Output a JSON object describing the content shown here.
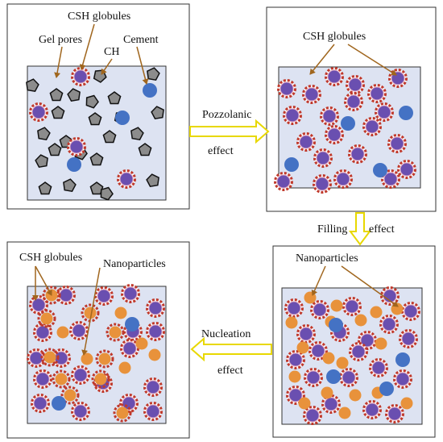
{
  "panels": {
    "top_left": {
      "labels": {
        "csh": "CSH globules",
        "gel_pores": "Gel pores",
        "cement": "Cement",
        "ch": "CH"
      }
    },
    "top_right": {
      "labels": {
        "csh": "CSH globules"
      }
    },
    "bottom_left": {
      "labels": {
        "csh": "CSH globules",
        "nano": "Nanoparticles"
      }
    },
    "bottom_right": {
      "labels": {
        "nano": "Nanoparticles"
      }
    }
  },
  "arrows": {
    "pozzolanic": {
      "line1": "Pozzolanic",
      "line2": "effect"
    },
    "filling": {
      "line1": "Filling",
      "line2": "effect"
    },
    "nucleation": {
      "line1": "Nucleation",
      "line2": "effect"
    }
  },
  "legend_colors": {
    "cement": "#4472c4",
    "csh_core": "#6a4fb0",
    "csh_bumps": "#c0392b",
    "ch_fill": "#8c8c8c",
    "nanoparticle": "#e8923b",
    "inner_box": "#dde3f2",
    "arrow": "#f2e300",
    "label_arrow": "#a0661e"
  }
}
